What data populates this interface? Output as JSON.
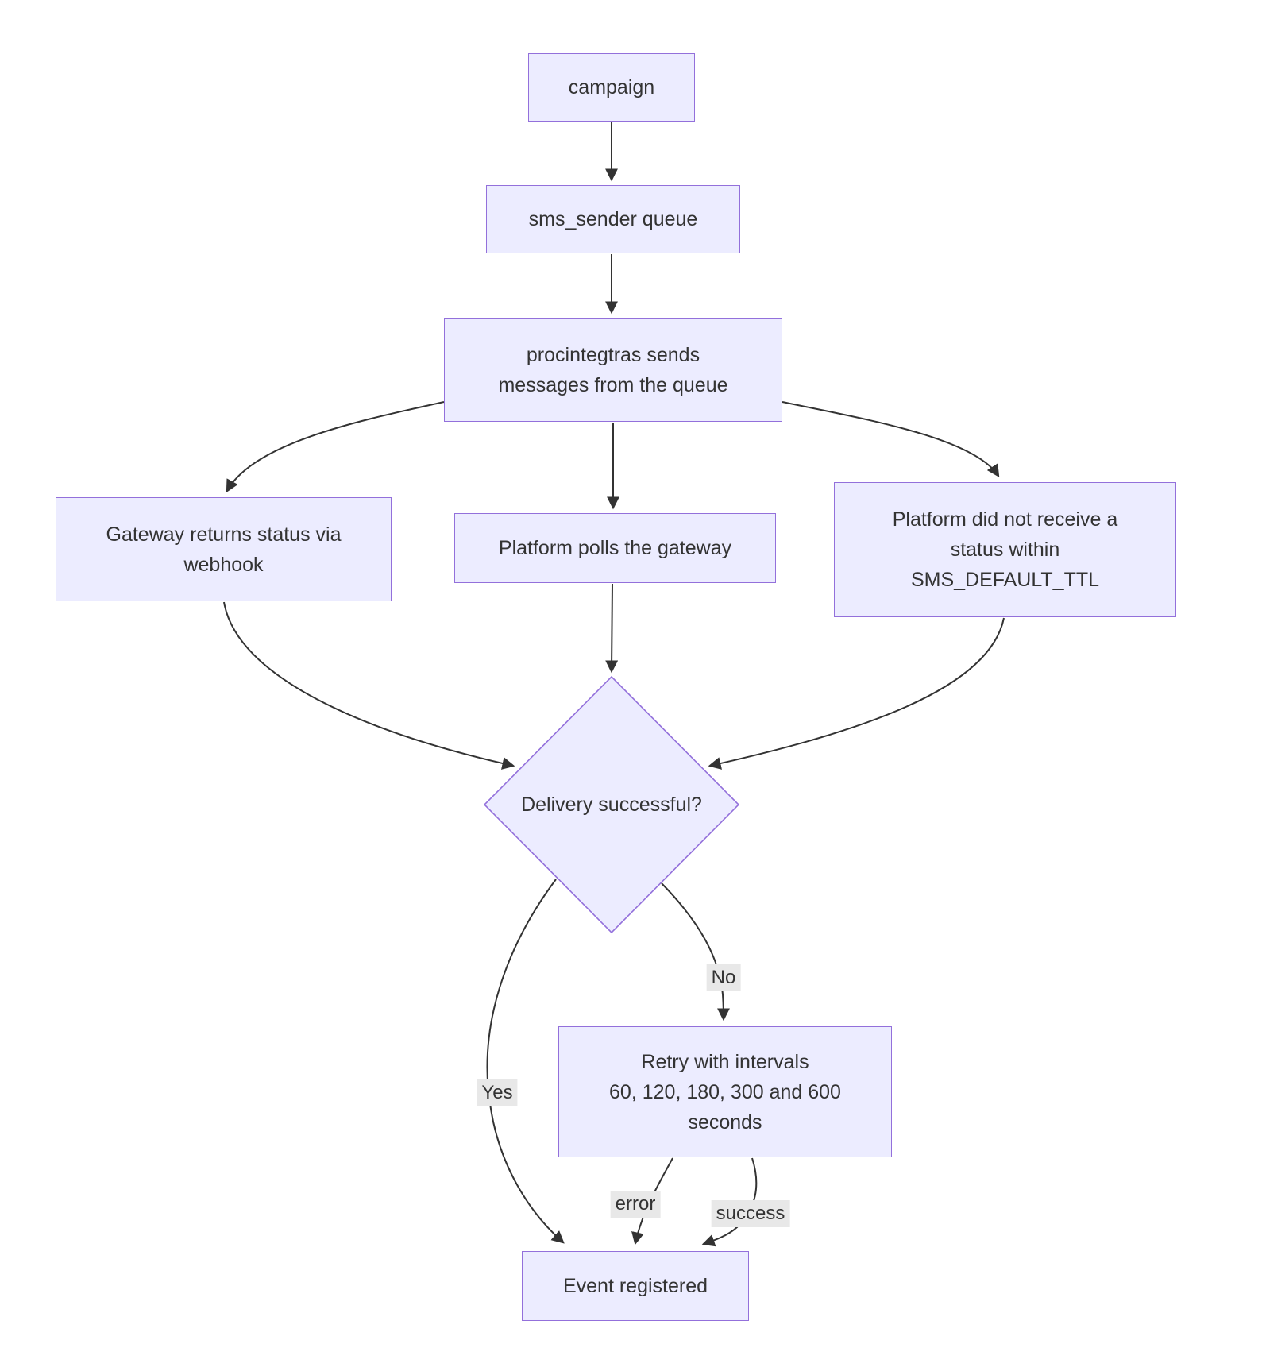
{
  "diagram_type": "flowchart",
  "colors": {
    "node_fill": "#ECECFF",
    "node_border": "#9370DB",
    "edge_color": "#333333",
    "label_bg": "#e8e8e8",
    "text_color": "#333333"
  },
  "nodes": {
    "campaign": {
      "label": "campaign",
      "shape": "rect"
    },
    "sms_queue": {
      "label": "sms_sender queue",
      "shape": "rect"
    },
    "processor": {
      "label": "procintegtras sends\nmessages from the queue",
      "shape": "rect"
    },
    "webhook": {
      "label": "Gateway returns status via\nwebhook",
      "shape": "rect"
    },
    "polls": {
      "label": "Platform polls the gateway",
      "shape": "rect"
    },
    "ttl": {
      "label": "Platform did not receive a\nstatus within\nSMS_DEFAULT_TTL",
      "shape": "rect"
    },
    "decision": {
      "label": "Delivery successful?",
      "shape": "diamond"
    },
    "retry": {
      "label": "Retry with intervals\n60, 120, 180, 300 and 600\nseconds",
      "shape": "rect"
    },
    "event": {
      "label": "Event registered",
      "shape": "rect"
    }
  },
  "edges": [
    {
      "from": "campaign",
      "to": "sms_queue",
      "label": ""
    },
    {
      "from": "sms_queue",
      "to": "processor",
      "label": ""
    },
    {
      "from": "processor",
      "to": "webhook",
      "label": ""
    },
    {
      "from": "processor",
      "to": "polls",
      "label": ""
    },
    {
      "from": "processor",
      "to": "ttl",
      "label": ""
    },
    {
      "from": "webhook",
      "to": "decision",
      "label": ""
    },
    {
      "from": "polls",
      "to": "decision",
      "label": ""
    },
    {
      "from": "ttl",
      "to": "decision",
      "label": ""
    },
    {
      "from": "decision",
      "to": "event",
      "label": "Yes"
    },
    {
      "from": "decision",
      "to": "retry",
      "label": "No"
    },
    {
      "from": "retry",
      "to": "event",
      "label": "error"
    },
    {
      "from": "retry",
      "to": "event",
      "label": "success"
    }
  ]
}
